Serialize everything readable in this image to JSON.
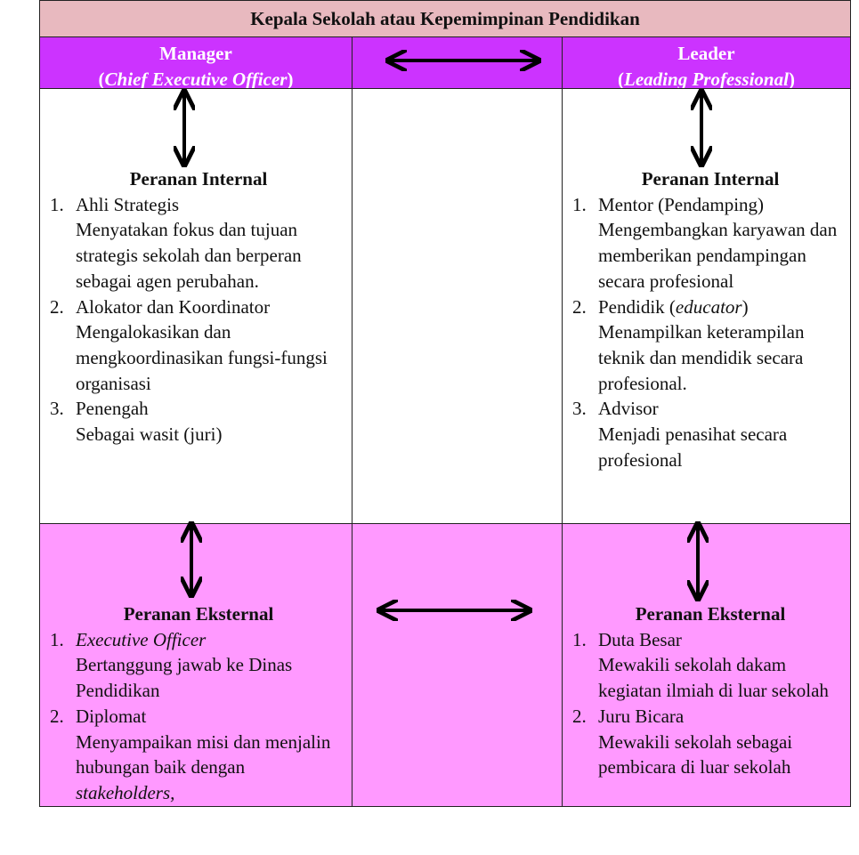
{
  "title": "Kepala Sekolah atau Kepemimpinan Pendidikan",
  "manager": {
    "label": "Manager",
    "sublabel": "Chief Executive Officer"
  },
  "leader": {
    "label": "Leader",
    "sublabel": "Leading Professional"
  },
  "manager_internal": {
    "heading": "Peranan Internal",
    "items": [
      {
        "num": "1.",
        "title": "Ahli Strategis",
        "desc": "Menyatakan fokus dan tujuan strategis sekolah dan berperan sebagai agen perubahan."
      },
      {
        "num": "2.",
        "title": "Alokator dan Koordinator",
        "desc": "Mengalokasikan dan mengkoordinasikan fungsi-fungsi organisasi"
      },
      {
        "num": "3.",
        "title": "Penengah",
        "desc": "Sebagai wasit (juri)"
      }
    ]
  },
  "leader_internal": {
    "heading": "Peranan Internal",
    "items": [
      {
        "num": "1.",
        "title": "Mentor (Pendamping)",
        "desc": "Mengembangkan karyawan dan memberikan pendampingan secara profesional"
      },
      {
        "num": "2.",
        "title_pre": "Pendidik (",
        "title_italic": "educator",
        "title_post": ")",
        "desc": "Menampilkan keterampilan teknik dan mendidik secara profesional."
      },
      {
        "num": "3.",
        "title": "Advisor",
        "desc": "Menjadi penasihat secara profesional"
      }
    ]
  },
  "manager_external": {
    "heading": "Peranan Eksternal",
    "items": [
      {
        "num": "1.",
        "title_italic": "Executive Officer",
        "desc": "Bertanggung jawab ke Dinas Pendidikan"
      },
      {
        "num": "2.",
        "title": "Diplomat",
        "desc_pre": "Menyampaikan misi dan menjalin hubungan baik dengan ",
        "desc_italic": "stakeholders,"
      }
    ]
  },
  "leader_external": {
    "heading": "Peranan Eksternal",
    "items": [
      {
        "num": "1.",
        "title": "Duta Besar",
        "desc": "Mewakili sekolah dakam kegiatan ilmiah di luar sekolah"
      },
      {
        "num": "2.",
        "title": "Juru Bicara",
        "desc": "Mewakili sekolah sebagai pembicara di luar sekolah"
      }
    ]
  },
  "colors": {
    "title_bg": "#e8b9bf",
    "header_bg": "#cc33ff",
    "external_bg": "#ff99ff"
  }
}
